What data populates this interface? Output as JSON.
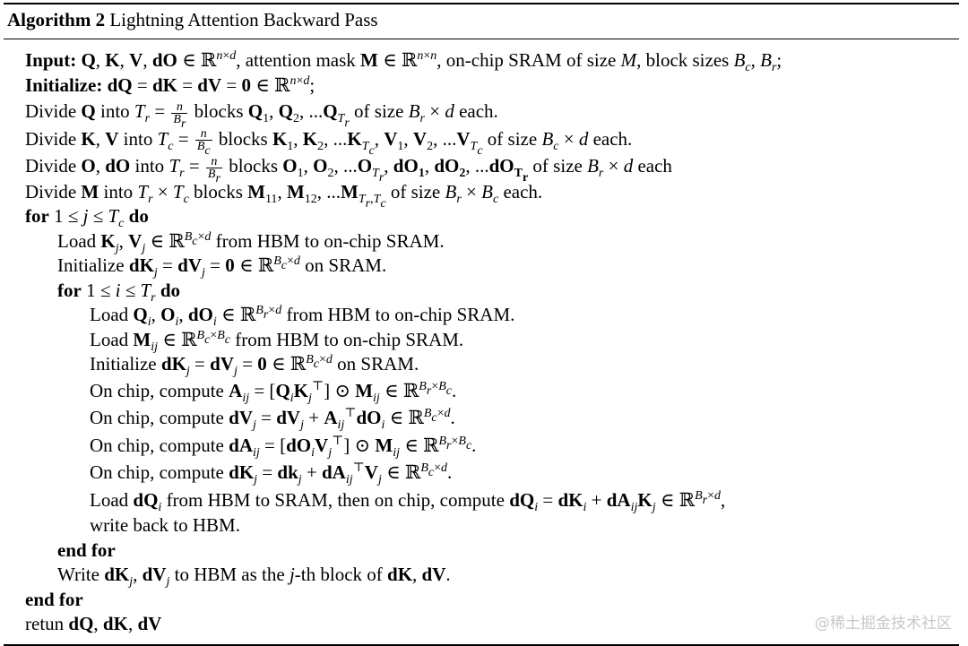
{
  "caption": {
    "label": "Algorithm 2",
    "title": "Lightning Attention Backward Pass"
  },
  "keywords": {
    "input": "Input:",
    "initialize": "Initialize:",
    "for": "for",
    "do": "do",
    "end_for": "end for"
  },
  "lines": {
    "input_rest": "attention mask M ∈ ℝ^{n×n}, on-chip SRAM of size M, block sizes B_c, B_r;",
    "init_rest": "dQ = dK = dV = 0 ∈ ℝ^{n×d};",
    "divide_q": "Divide Q into T_r = n/B_r blocks Q_1, Q_2, ...Q_{T_r} of size B_r × d each.",
    "divide_kv": "Divide K, V into T_c = n/B_c blocks K_1, K_2, ...K_{T_c}, V_1, V_2, ...V_{T_c} of size B_c × d each.",
    "divide_o": "Divide O, dO into T_r = n/B_r blocks O_1, O_2, ...O_{T_r}, dO_1, dO_2, ...dO_{T_r} of size B_r × d each",
    "divide_m": "Divide M into T_r × T_c blocks M_11, M_12, ...M_{T_r,T_c} of size B_r × B_c each.",
    "outer_for": "1 ≤ j ≤ T_c",
    "load_kv": "Load K_j, V_j ∈ ℝ^{B_c×d} from HBM to on-chip SRAM.",
    "init_dkdv": "Initialize dK_j = dV_j = 0 ∈ ℝ^{B_c×d} on SRAM.",
    "inner_for": "1 ≤ i ≤ T_r",
    "load_qodo": "Load Q_i, O_i, dO_i ∈ ℝ^{B_r×d} from HBM to on-chip SRAM.",
    "load_m": "Load M_ij ∈ ℝ^{B_c×B_c} from HBM to on-chip SRAM.",
    "init_dkdv2": "Initialize dK_j = dV_j = 0 ∈ ℝ^{B_c×d} on SRAM.",
    "compute_a": "On chip, compute A_ij = [Q_i K_j^T] ⊙ M_ij ∈ ℝ^{B_r×B_c}.",
    "compute_dv": "On chip, compute dV_j = dV_j + A_ij^T dO_i ∈ ℝ^{B_c×d}.",
    "compute_da": "On chip, compute dA_ij = [dO_i V_j^T] ⊙ M_ij ∈ ℝ^{B_r×B_c}.",
    "compute_dk": "On chip, compute dK_j = dk_j + dA_ij^T V_j ∈ ℝ^{B_c×d}.",
    "load_dq": "Load dQ_i from HBM to SRAM, then on chip, compute dQ_i = dK_i + dA_ij K_j ∈ ℝ^{B_r×d},",
    "write_back": "write back to HBM.",
    "write_dkdv": "Write dK_j, dV_j to HBM as the j-th block of dK, dV.",
    "retun": "retun dQ, dK, dV"
  },
  "watermark": "@稀土掘金技术社区"
}
